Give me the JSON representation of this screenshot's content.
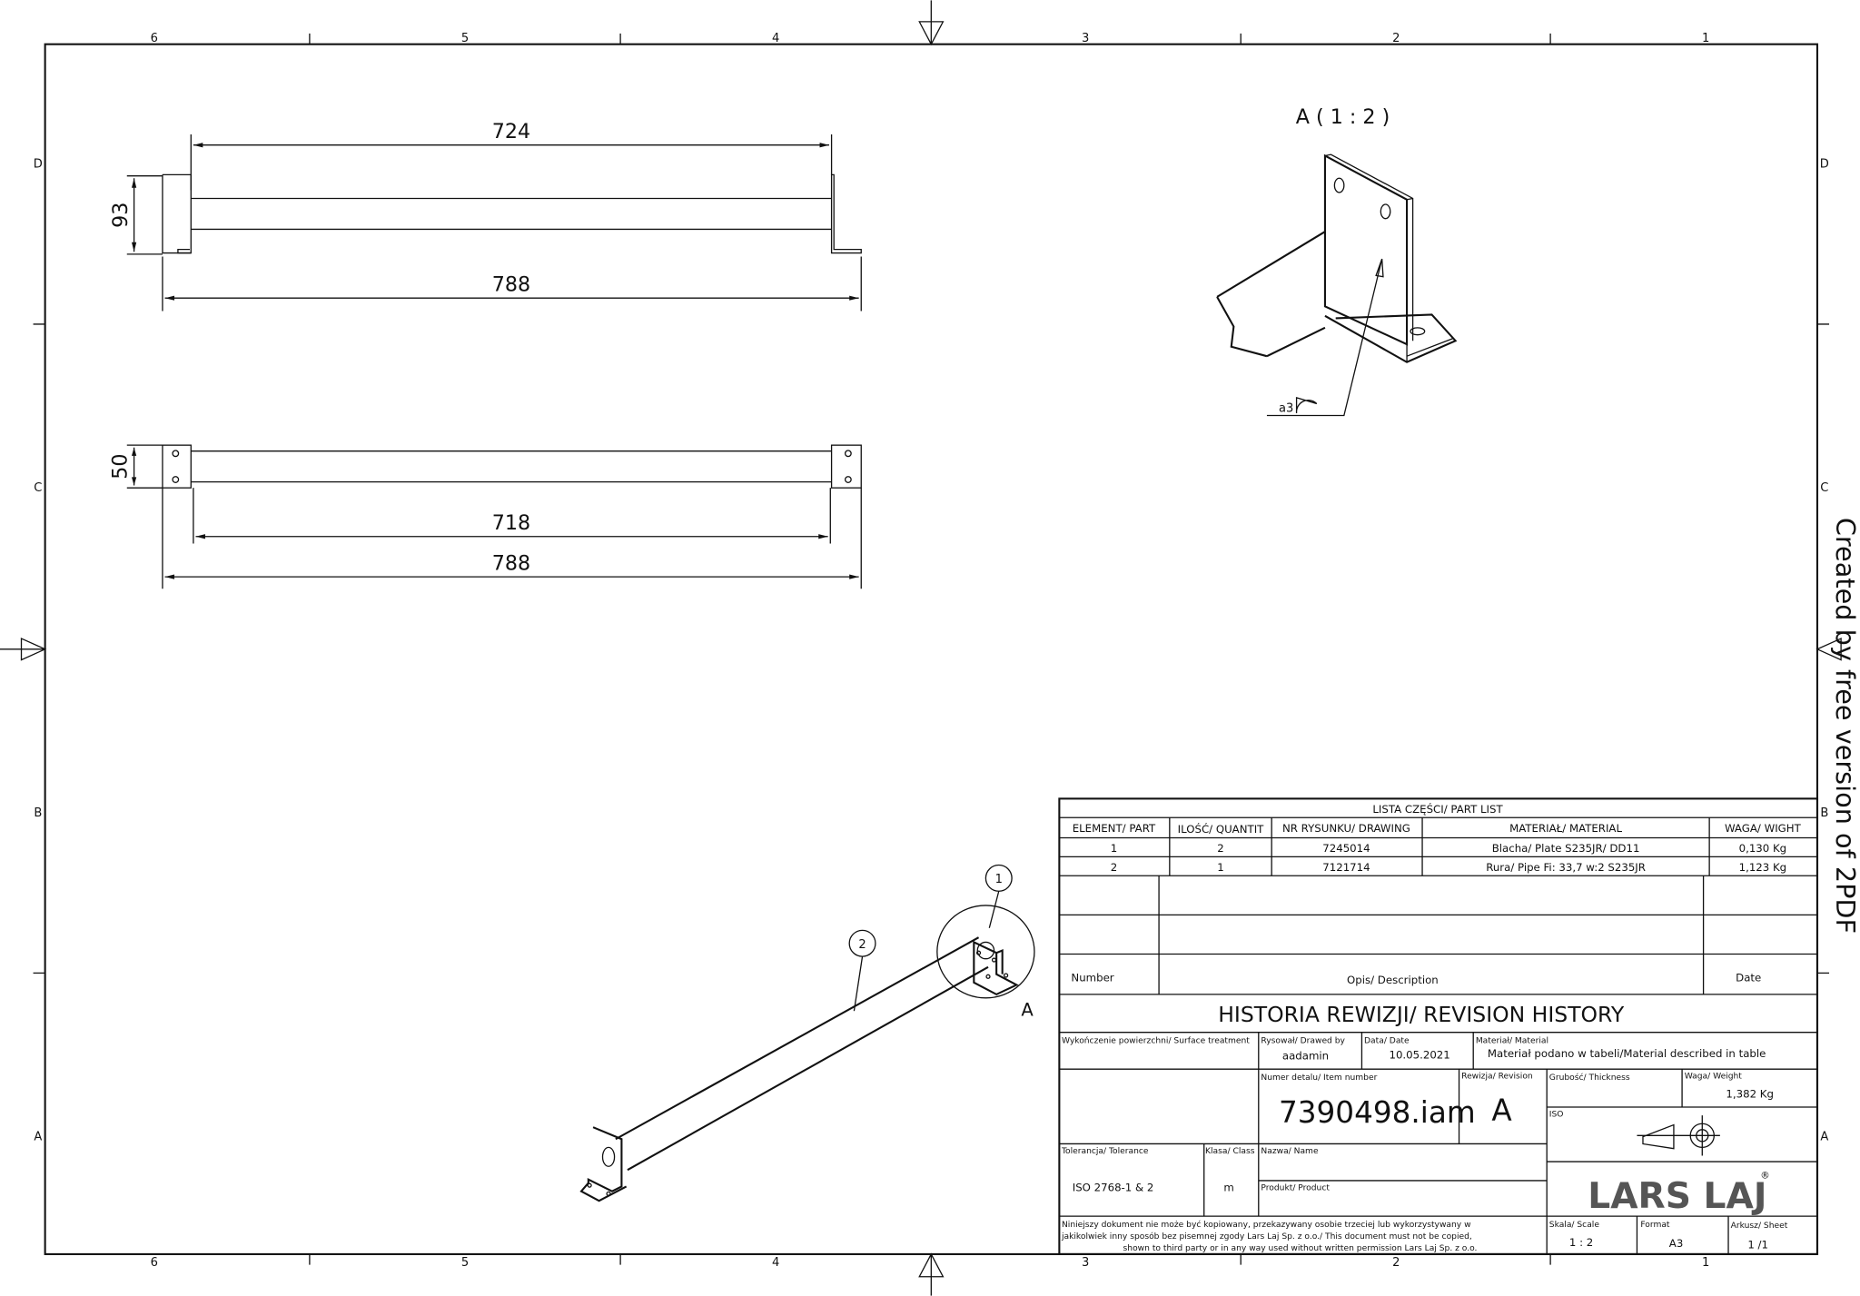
{
  "zones": {
    "columns": [
      "6",
      "5",
      "4",
      "3",
      "2",
      "1"
    ],
    "rows": [
      "D",
      "C",
      "B",
      "A"
    ]
  },
  "dimensions": {
    "top_inner": "724",
    "top_outer": "788",
    "top_height": "93",
    "front_height": "50",
    "front_inner": "718",
    "front_outer": "788"
  },
  "detail": {
    "title": "A ( 1 : 2 )",
    "weld": "a3",
    "callout": "A"
  },
  "balloons": [
    "1",
    "2"
  ],
  "part_list": {
    "title": "LISTA CZĘŚCI/ PART LIST",
    "headers": [
      "ELEMENT/ PART",
      "ILOŚĆ/ QUANTIT",
      "NR RYSUNKU/ DRAWING",
      "MATERIAŁ/ MATERIAL",
      "WAGA/ WIGHT"
    ],
    "rows": [
      [
        "1",
        "2",
        "7245014",
        "Blacha/ Plate S235JR/ DD11",
        "0,130 Kg"
      ],
      [
        "2",
        "1",
        "7121714",
        "Rura/ Pipe Fi: 33,7 w:2 S235JR",
        "1,123 Kg"
      ]
    ]
  },
  "revision": {
    "number": "Number",
    "description": "Opis/ Description",
    "date": "Date",
    "title": "HISTORIA REWIZJI/ REVISION HISTORY"
  },
  "title_block": {
    "surface_label": "Wykończenie powierzchni/ Surface treatment",
    "drawn_label": "Rysował/ Drawed by",
    "drawn": "aadamin",
    "date_label": "Data/ Date",
    "date": "10.05.2021",
    "material_label": "Materiał/ Material",
    "material": "Materiał podano w tabeli/Material described in table",
    "item_label": "Numer detalu/ Item number",
    "item": "7390498.iam",
    "revision_label": "Rewizja/ Revision",
    "revision": "A",
    "thickness_label": "Grubość/ Thickness",
    "weight_label": "Waga/ Weight",
    "weight": "1,382 Kg",
    "iso_label": "ISO",
    "tolerance_label": "Tolerancja/ Tolerance",
    "tolerance": "ISO 2768-1 & 2",
    "class_label": "Klasa/ Class",
    "class": "m",
    "name_label": "Nazwa/ Name",
    "product_label": "Produkt/ Product",
    "logo": "LARS LAJ",
    "notice": [
      "Niniejszy dokument nie może być kopiowany, przekazywany osobie trzeciej lub wykorzystywany w",
      "jakikolwiek inny sposób bez pisemnej zgody Lars Laj Sp. z o.o./ This document must not be copied,",
      "shown to third party or in any way used without written permission Lars Laj Sp. z o.o."
    ],
    "scale_label": "Skala/ Scale",
    "scale": "1 : 2",
    "format_label": "Format",
    "format": "A3",
    "sheet_label": "Arkusz/ Sheet",
    "sheet": "1 /1"
  },
  "watermark": "Created by free version of 2PDF"
}
